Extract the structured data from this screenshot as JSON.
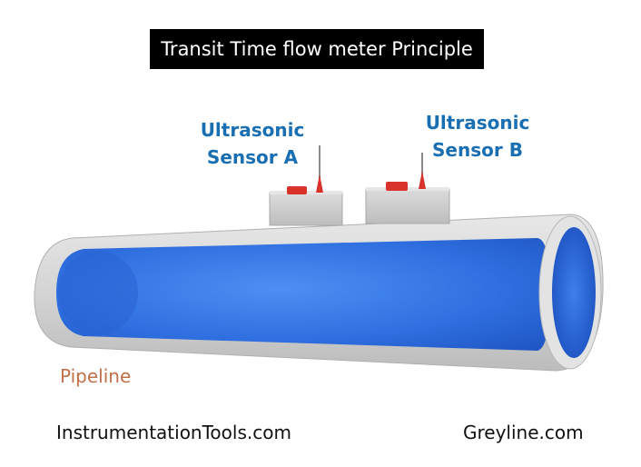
{
  "title": "Transit Time flow meter Principle",
  "sensor_a": {
    "line1": "Ultrasonic",
    "line2": "Sensor A"
  },
  "sensor_b": {
    "line1": "Ultrasonic",
    "line2": "Sensor B"
  },
  "pipeline_label": "Pipeline",
  "footer": {
    "left": "InstrumentationTools.com",
    "right": "Greyline.com"
  },
  "colors": {
    "title_bg": "#000000",
    "sensor_label": "#1a6fb3",
    "pipeline_label": "#c0704a",
    "pipe_shell": "#d9d9d9",
    "water": "#2f6fe0",
    "sensor_body": "#cfcfcf",
    "sensor_accent": "#d9322b"
  }
}
